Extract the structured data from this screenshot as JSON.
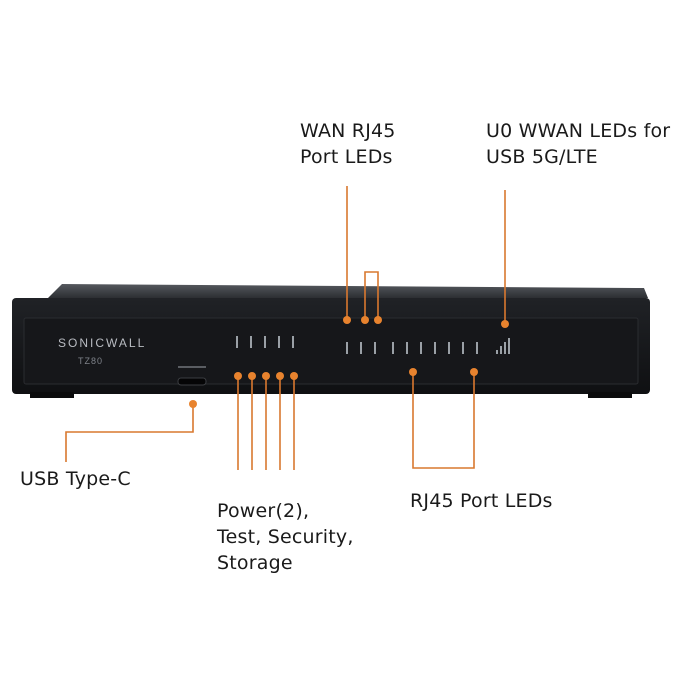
{
  "image": {
    "brand": {
      "logo_text": "SONICWALL",
      "series_text": "TZ80"
    },
    "callouts": {
      "wan_leds": [
        "WAN RJ45",
        "Port LEDs"
      ],
      "wwan_leds": [
        "U0 WWAN LEDs for",
        "USB 5G/LTE"
      ],
      "usb_c": [
        "USB Type-C"
      ],
      "status_leds": [
        "Power(2),",
        "Test, Security,",
        "Storage"
      ],
      "rj45_leds": [
        "RJ45 Port LEDs"
      ]
    },
    "colors": {
      "callout_line": "#d9782f",
      "callout_dot": "#e8832e",
      "device_body": "#1b1d20",
      "device_face": "#131416",
      "device_top": "#3a3d42",
      "led_mark": "#9aa0a6",
      "label_text": "#1a1a1a"
    }
  }
}
